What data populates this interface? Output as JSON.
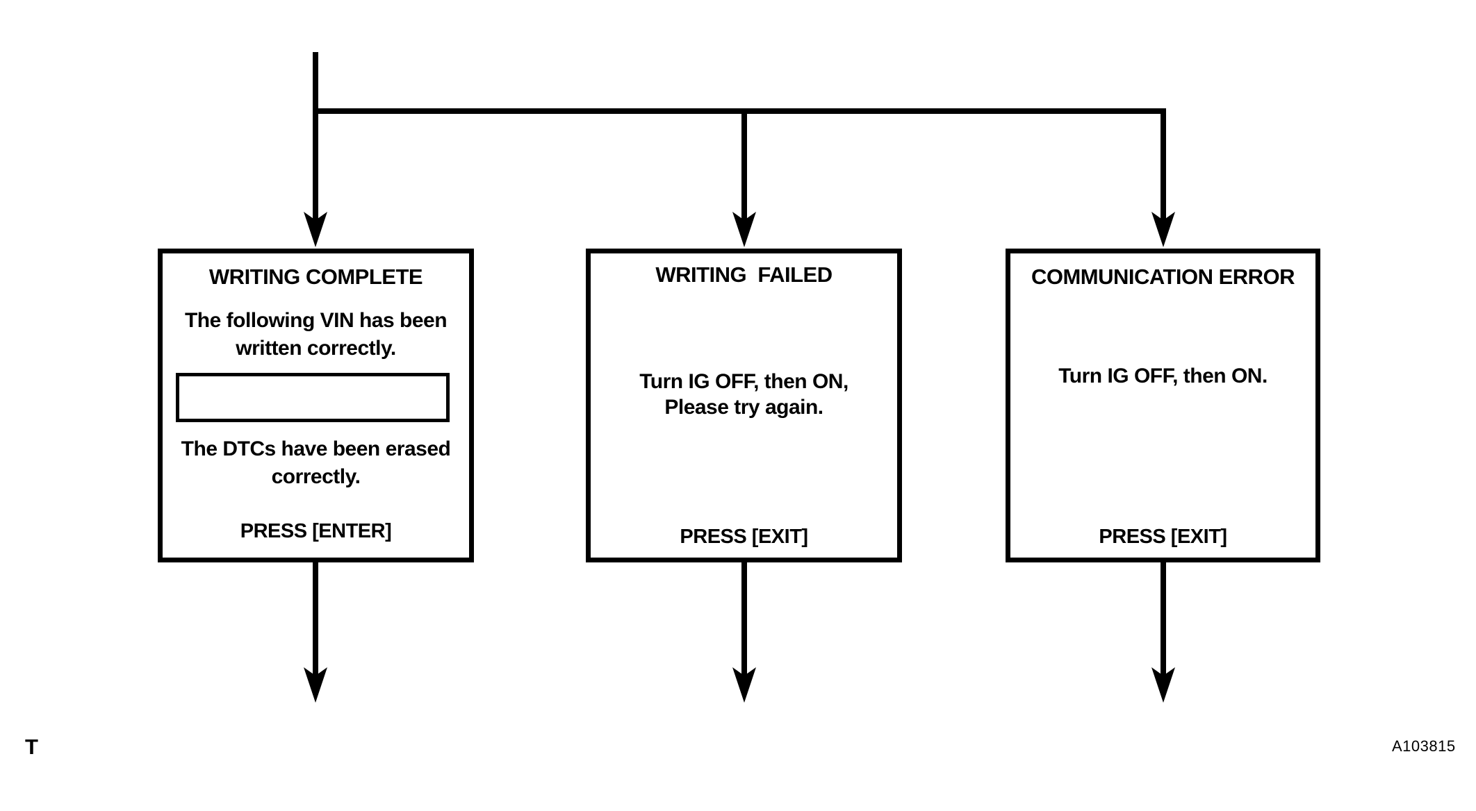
{
  "figure": {
    "page_marker": "T",
    "figure_code": "A103815"
  },
  "colors": {
    "line": "#000000",
    "background": "#ffffff"
  },
  "screens": [
    {
      "id": "writing-complete",
      "title": "WRITING COMPLETE",
      "message_top": "The following VIN has been\nwritten correctly.",
      "vin_value": "",
      "message_bottom": "The DTCs have been erased\ncorrectly.",
      "action": "PRESS [ENTER]"
    },
    {
      "id": "writing-failed",
      "title": "WRITING  FAILED",
      "message": "Turn IG OFF, then ON,\nPlease try again.",
      "action": "PRESS [EXIT]"
    },
    {
      "id": "communication-error",
      "title": "COMMUNICATION ERROR",
      "message": "Turn IG OFF, then ON.",
      "action": "PRESS [EXIT]"
    }
  ]
}
